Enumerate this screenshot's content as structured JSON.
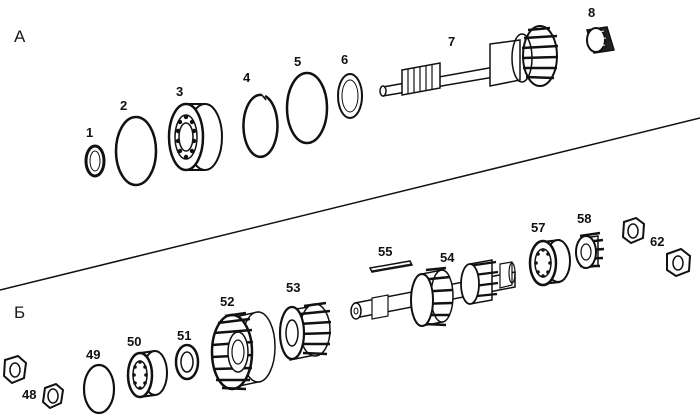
{
  "sections": {
    "upper": "А",
    "lower": "Б"
  },
  "parts": {
    "p1": "1",
    "p2": "2",
    "p3": "3",
    "p4": "4",
    "p5": "5",
    "p6": "6",
    "p7": "7",
    "p8": "8",
    "p48": "48",
    "p49": "49",
    "p50": "50",
    "p51": "51",
    "p52": "52",
    "p53": "53",
    "p54": "54",
    "p55": "55",
    "p57": "57",
    "p58": "58",
    "p62": "62"
  },
  "colors": {
    "ink": "#111111",
    "background": "#ffffff"
  }
}
